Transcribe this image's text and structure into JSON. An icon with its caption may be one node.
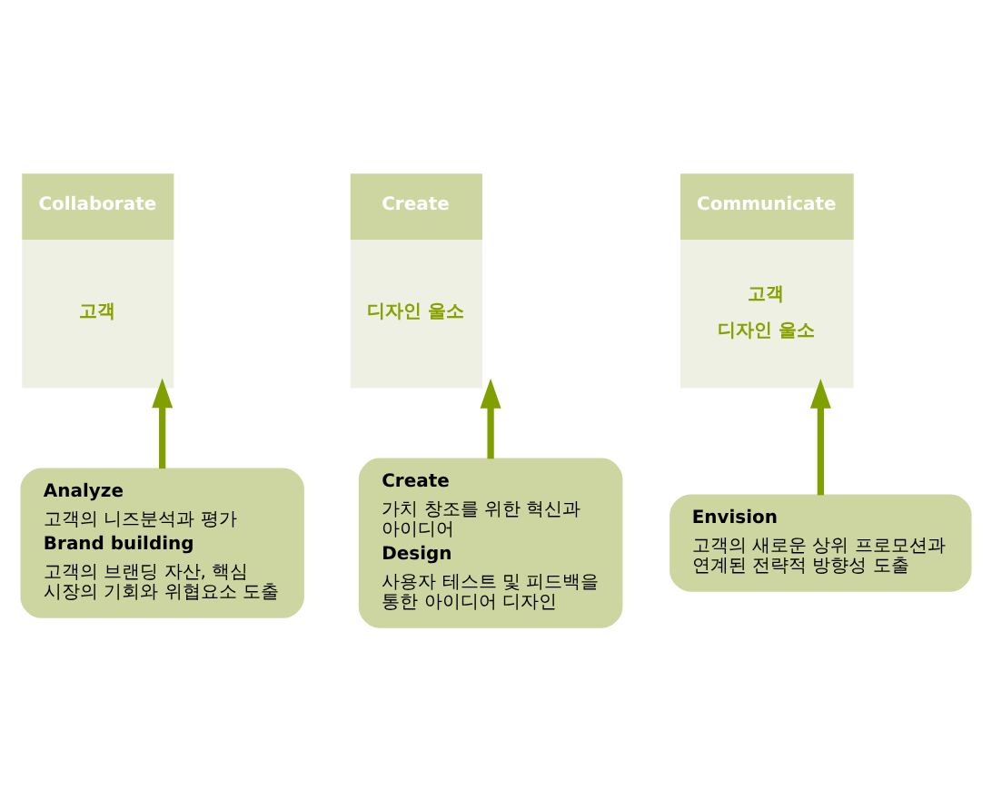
{
  "diagram": {
    "nodes": [
      {
        "text": [
          "Collaborate",
          "고객"
        ]
      },
      {
        "text": [
          "Create",
          "디자인 울소"
        ]
      },
      {
        "text": [
          "Communicate",
          "고객",
          "디자인 울소"
        ]
      },
      {
        "text": [
          "Analyze",
          "고객의 니즈분석과 평가",
          "Brand building",
          "고객의 브랜딩 자산, 핵심 시장의 기회와 위협요소 도출"
        ]
      },
      {
        "text": [
          "Create",
          "가치 창조를 위한 혁신과 아이디어",
          "Design",
          "사용자 테스트 및 피드백을 통한 아이디어 디자인"
        ]
      },
      {
        "text": [
          "Envision",
          "고객의 새로운 상위 프로모션과 연계된 전략적 방향성 도출"
        ]
      }
    ],
    "edges": [
      {
        "from": 3,
        "to": 0,
        "arrow": "to"
      },
      {
        "from": 4,
        "to": 1,
        "arrow": "to"
      },
      {
        "from": 5,
        "to": 2,
        "arrow": "to"
      }
    ]
  }
}
